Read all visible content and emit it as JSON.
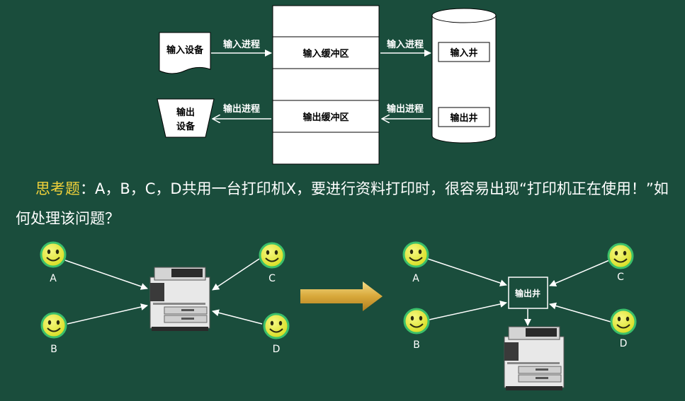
{
  "top_diagram": {
    "input_device": "输入设备",
    "output_device_line1": "输出",
    "output_device_line2": "设备",
    "input_process_left": "输入进程",
    "output_process_left": "输出进程",
    "input_buffer": "输入缓冲区",
    "output_buffer": "输出缓冲区",
    "input_process_right": "输入进程",
    "output_process_right": "输出进程",
    "input_well": "输入井",
    "output_well": "输出井"
  },
  "question": {
    "label": "思考题",
    "text": "：A，B，C，D共用一台打印机X，要进行资料打印时，很容易出现“打印机正在使用！”如何处理该问题？"
  },
  "left_scene": {
    "users": [
      "A",
      "B",
      "C",
      "D"
    ]
  },
  "right_scene": {
    "users": [
      "A",
      "B",
      "C",
      "D"
    ],
    "spool": "输出井"
  },
  "colors": {
    "background": "#1a4d3c",
    "highlight": "#f2d23a",
    "smiley": "#e8ee3a",
    "smiley_ring": "#3bbf6a",
    "arrow": "#d8a83a"
  }
}
